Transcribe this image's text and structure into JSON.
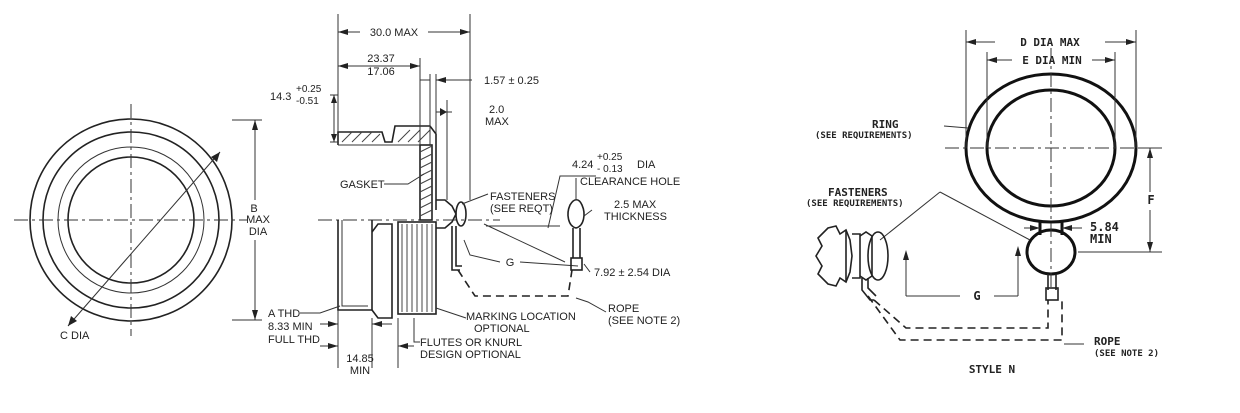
{
  "left_drawing": {
    "dimensions": {
      "overall_length": "30.0 MAX",
      "length_1": "23.37",
      "length_2": "17.06",
      "flange_offset": "1.57 ± 0.25",
      "height_nominal": "14.3",
      "height_tol_plus": "+0.25",
      "height_tol_minus": "-0.51",
      "gap_value": "2.0",
      "gap_max": "MAX",
      "hole_nominal": "4.24",
      "hole_tol_plus": "+0.25",
      "hole_tol_minus": "- 0.13",
      "hole_dia": "DIA",
      "hole_note": "CLEARANCE HOLE",
      "thickness_line1": "2.5 MAX",
      "thickness_line2": "THICKNESS",
      "ring_dia": "7.92 ± 2.54 DIA",
      "b_line1": "B",
      "b_line2": "MAX",
      "b_line3": "DIA",
      "thread_line1": "A THD",
      "thread_line2": "8.33 MIN",
      "thread_line3": "FULL THD",
      "min_length_value": "14.85",
      "min_length_label": "MIN",
      "c_dia": "C DIA",
      "g": "G"
    },
    "labels": {
      "gasket": "GASKET",
      "fasteners_line1": "FASTENERS",
      "fasteners_line2": "(SEE REQT)",
      "rope_line1": "ROPE",
      "rope_line2": "(SEE NOTE 2)",
      "marking_line1": "MARKING LOCATION",
      "marking_line2": "OPTIONAL",
      "flutes_line1": "FLUTES OR KNURL",
      "flutes_line2": "DESIGN OPTIONAL"
    }
  },
  "right_drawing": {
    "d_dia": "D DIA MAX",
    "e_dia": "E DIA MIN",
    "ring_line1": "RING",
    "ring_line2": "(SEE REQUIREMENTS)",
    "fasteners_line1": "FASTENERS",
    "fasteners_line2": "(SEE REQUIREMENTS)",
    "f": "F",
    "min_value": "5.84",
    "min_label": "MIN",
    "g": "G",
    "rope_line1": "ROPE",
    "rope_line2": "(SEE NOTE 2)",
    "style": "STYLE N"
  }
}
